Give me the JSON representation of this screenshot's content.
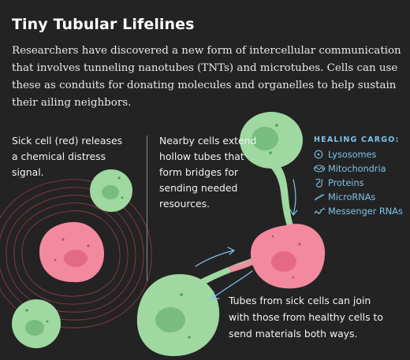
{
  "title": "Tiny Tubular Lifelines",
  "intro": "Researchers have discovered a new form of intercellular communication that involves tunneling nanotubes (TNTs) and microtubes. Cells can use these as conduits for donating molecules and organelles to help sustain their ailing neighbors.",
  "captions": {
    "sick_cell": "Sick cell (red) releases a chemical distress signal.",
    "nearby_cells": "Nearby cells extend hollow tubes that form bridges for sending needed resources.",
    "join": "Tubes from sick cells can join with those from healthy cells to send materials both ways."
  },
  "legend": {
    "title": "HEALING CARGO:",
    "items": [
      {
        "label": "Lysosomes",
        "icon": "lysosome-icon"
      },
      {
        "label": "Mitochondria",
        "icon": "mitochondria-icon"
      },
      {
        "label": "Proteins",
        "icon": "protein-icon"
      },
      {
        "label": "MicroRNAs",
        "icon": "microrna-icon"
      },
      {
        "label": "Messenger RNAs",
        "icon": "messenger-rna-icon"
      }
    ]
  },
  "colors": {
    "background": "#232323",
    "healthy_cell": "#9fd8a1",
    "healthy_nucleus": "#78bd7f",
    "sick_cell": "#f3899f",
    "sick_nucleus": "#e46a84",
    "signal_rings": "#b2414e",
    "arrow": "#7dc3ea",
    "legend_text": "#7dc3ea"
  }
}
